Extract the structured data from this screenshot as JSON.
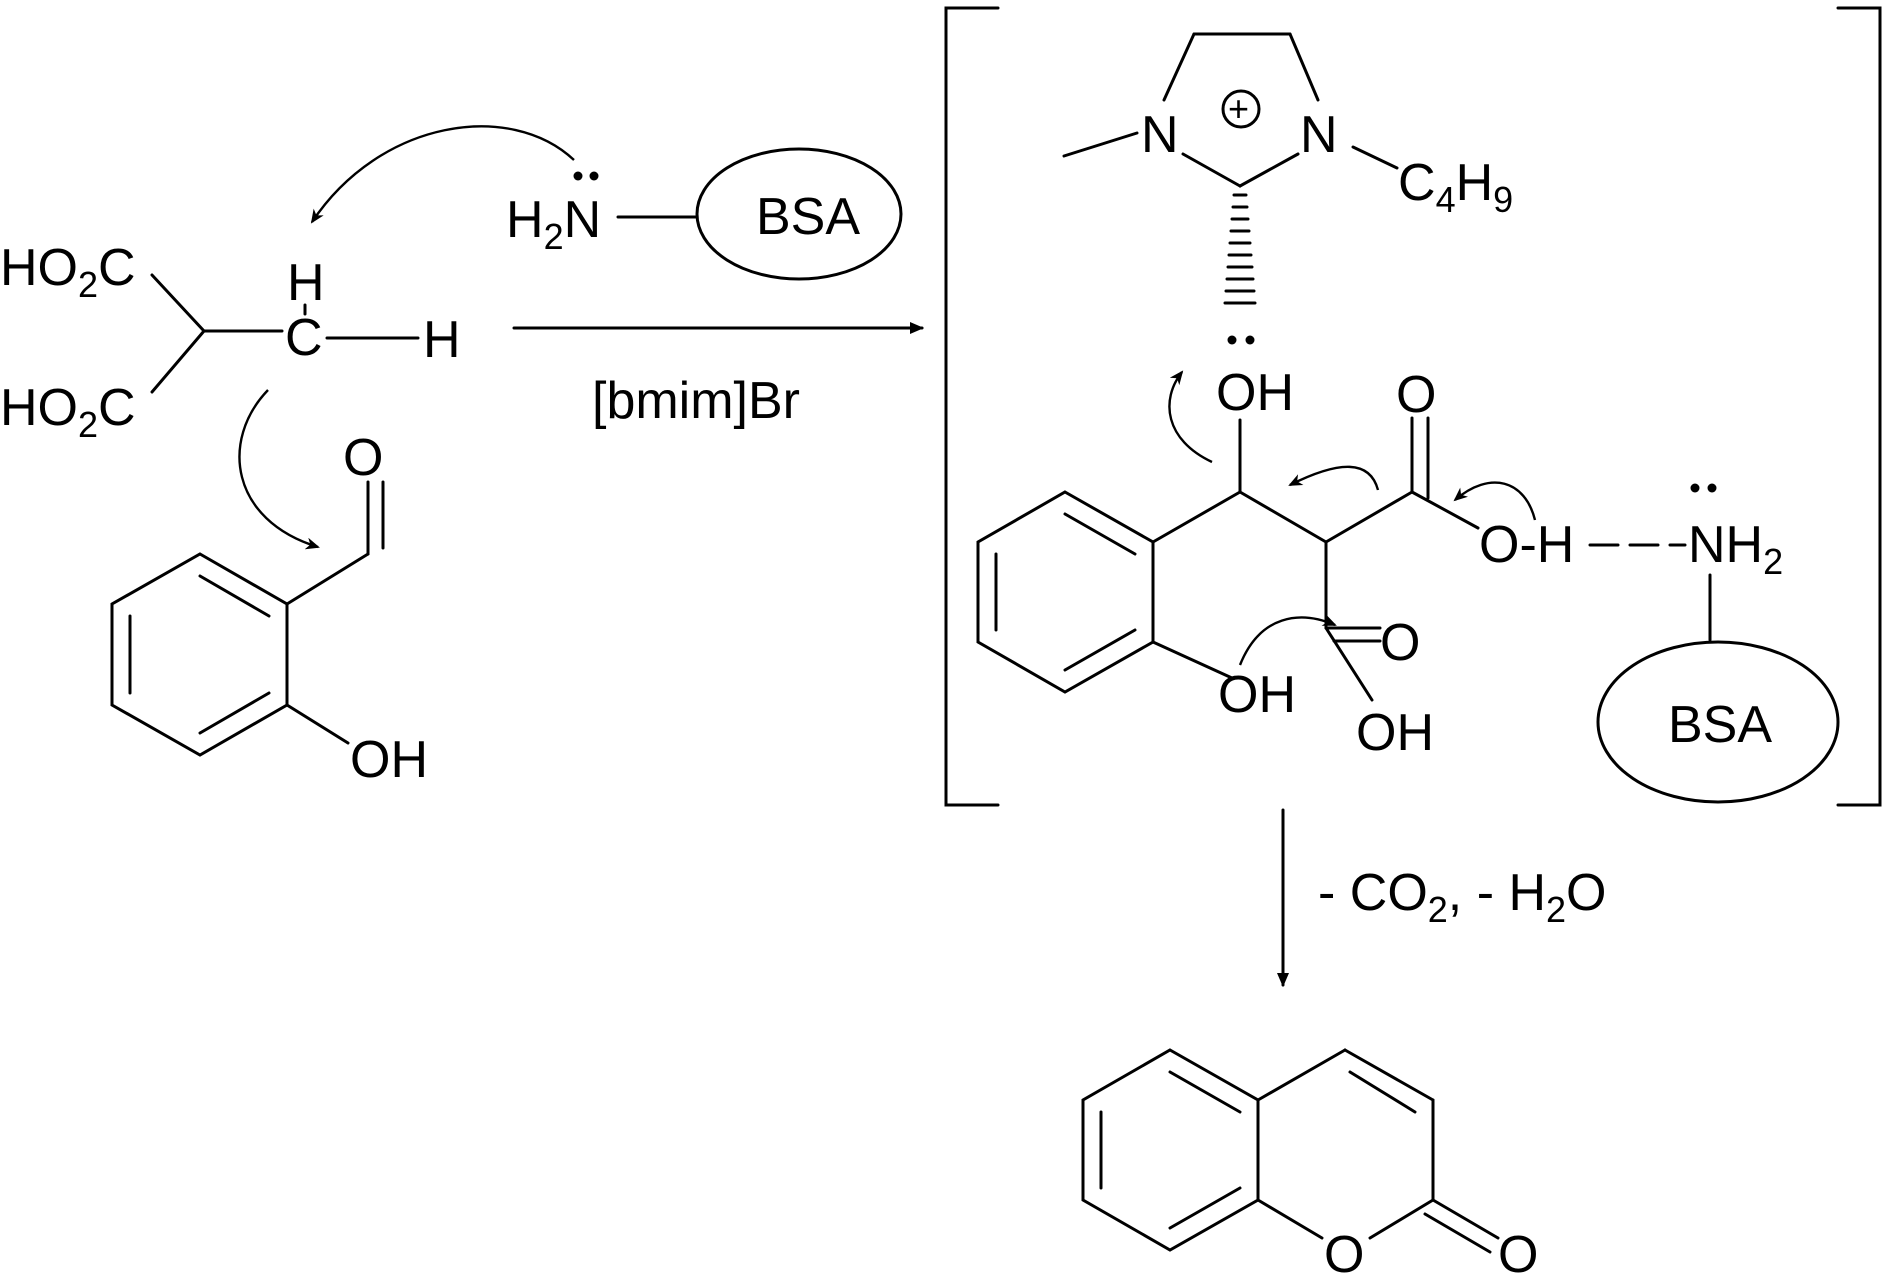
{
  "scheme": {
    "reagent": "[bmim]Br",
    "elimination": {
      "minus1": "- CO",
      "sub1": "2",
      "sep": ", - H",
      "sub2": "2",
      "tail": "O"
    }
  },
  "malonic_acid": {
    "ho": "HO",
    "sub": "2",
    "c": "C",
    "h_top": "H",
    "h_right": "H",
    "c_center": "C"
  },
  "bsa_amine_left": {
    "h": "H",
    "sub": "2",
    "n": "N",
    "enzyme": "BSA"
  },
  "salicylaldehyde": {
    "aldehyde_o": "O",
    "hydroxyl": "OH"
  },
  "imidazolium": {
    "n_left": "N",
    "n_right": "N",
    "charge": "+",
    "butyl_c": "C",
    "butyl_c_sub": "4",
    "butyl_h": "H",
    "butyl_h_sub": "9"
  },
  "intermediate": {
    "oh_top": "OH",
    "carbonyl_o": "O",
    "acid_oh": "O-H",
    "nh": "NH",
    "nh_sub": "2",
    "enzyme": "BSA",
    "phenol_oh": "OH",
    "acid2_o": "O",
    "acid2_oh": "OH"
  },
  "coumarin": {
    "ring_o": "O",
    "carbonyl_o": "O"
  }
}
